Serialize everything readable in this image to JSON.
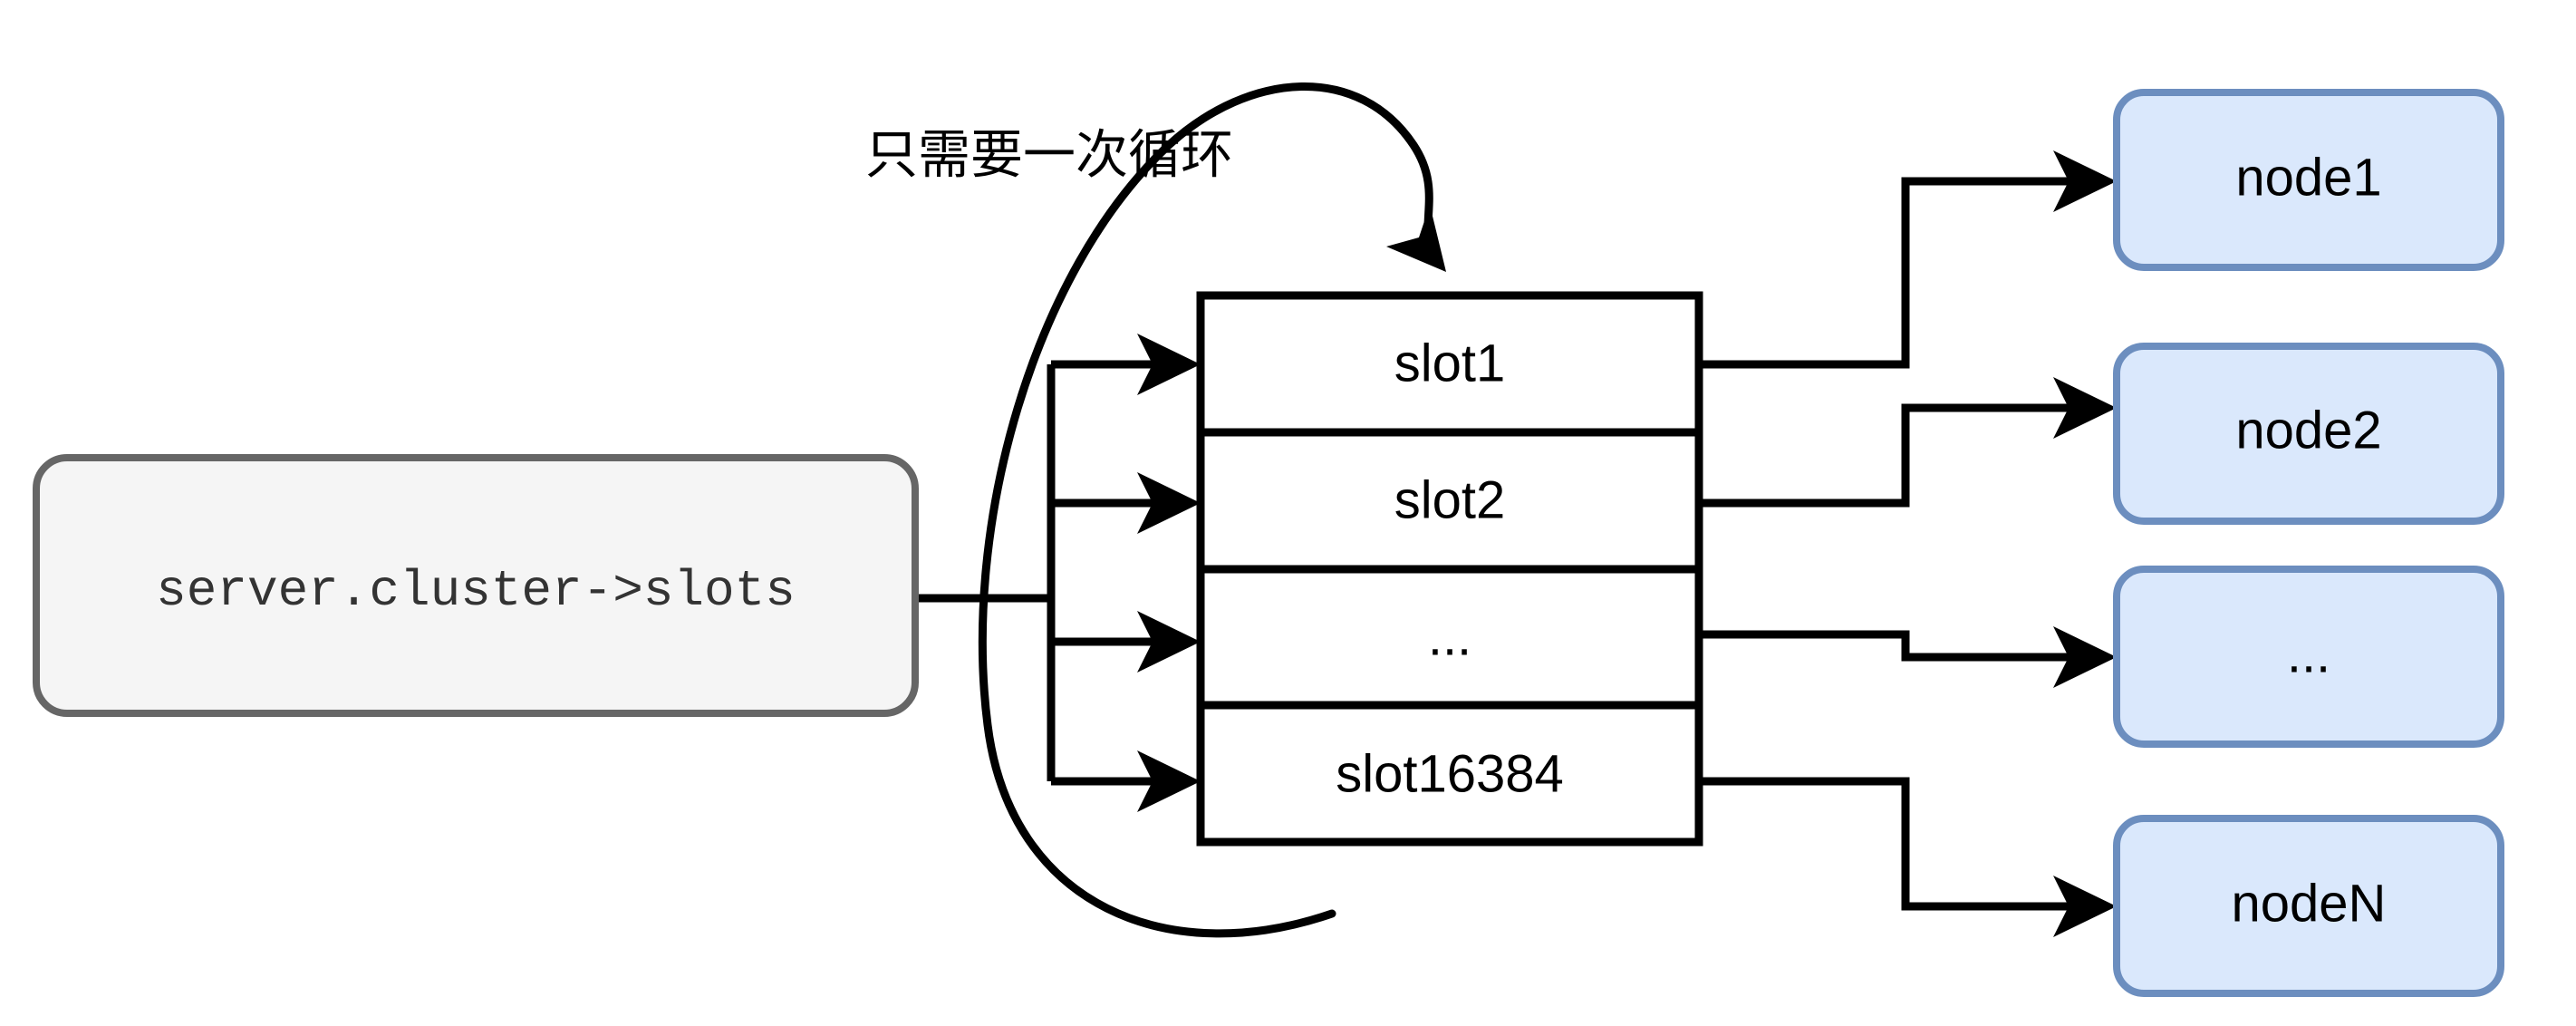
{
  "diagram": {
    "title": "redis cluster slots to nodes mapping",
    "background_color": "#ffffff",
    "source_box": {
      "label": "server.cluster->slots",
      "fill": "#f5f5f5",
      "stroke": "#666666"
    },
    "annotation": {
      "text": "只需要一次循环",
      "color": "#000000"
    },
    "slots_table": {
      "rows": [
        {
          "label": "slot1"
        },
        {
          "label": "slot2"
        },
        {
          "label": "..."
        },
        {
          "label": "slot16384"
        }
      ],
      "fill": "#ffffff",
      "stroke": "#000000"
    },
    "nodes": [
      {
        "label": "node1"
      },
      {
        "label": "node2"
      },
      {
        "label": "..."
      },
      {
        "label": "nodeN"
      }
    ],
    "node_style": {
      "fill": "#dae8fc",
      "stroke": "#6c8ebf"
    },
    "edge_color": "#000000"
  }
}
